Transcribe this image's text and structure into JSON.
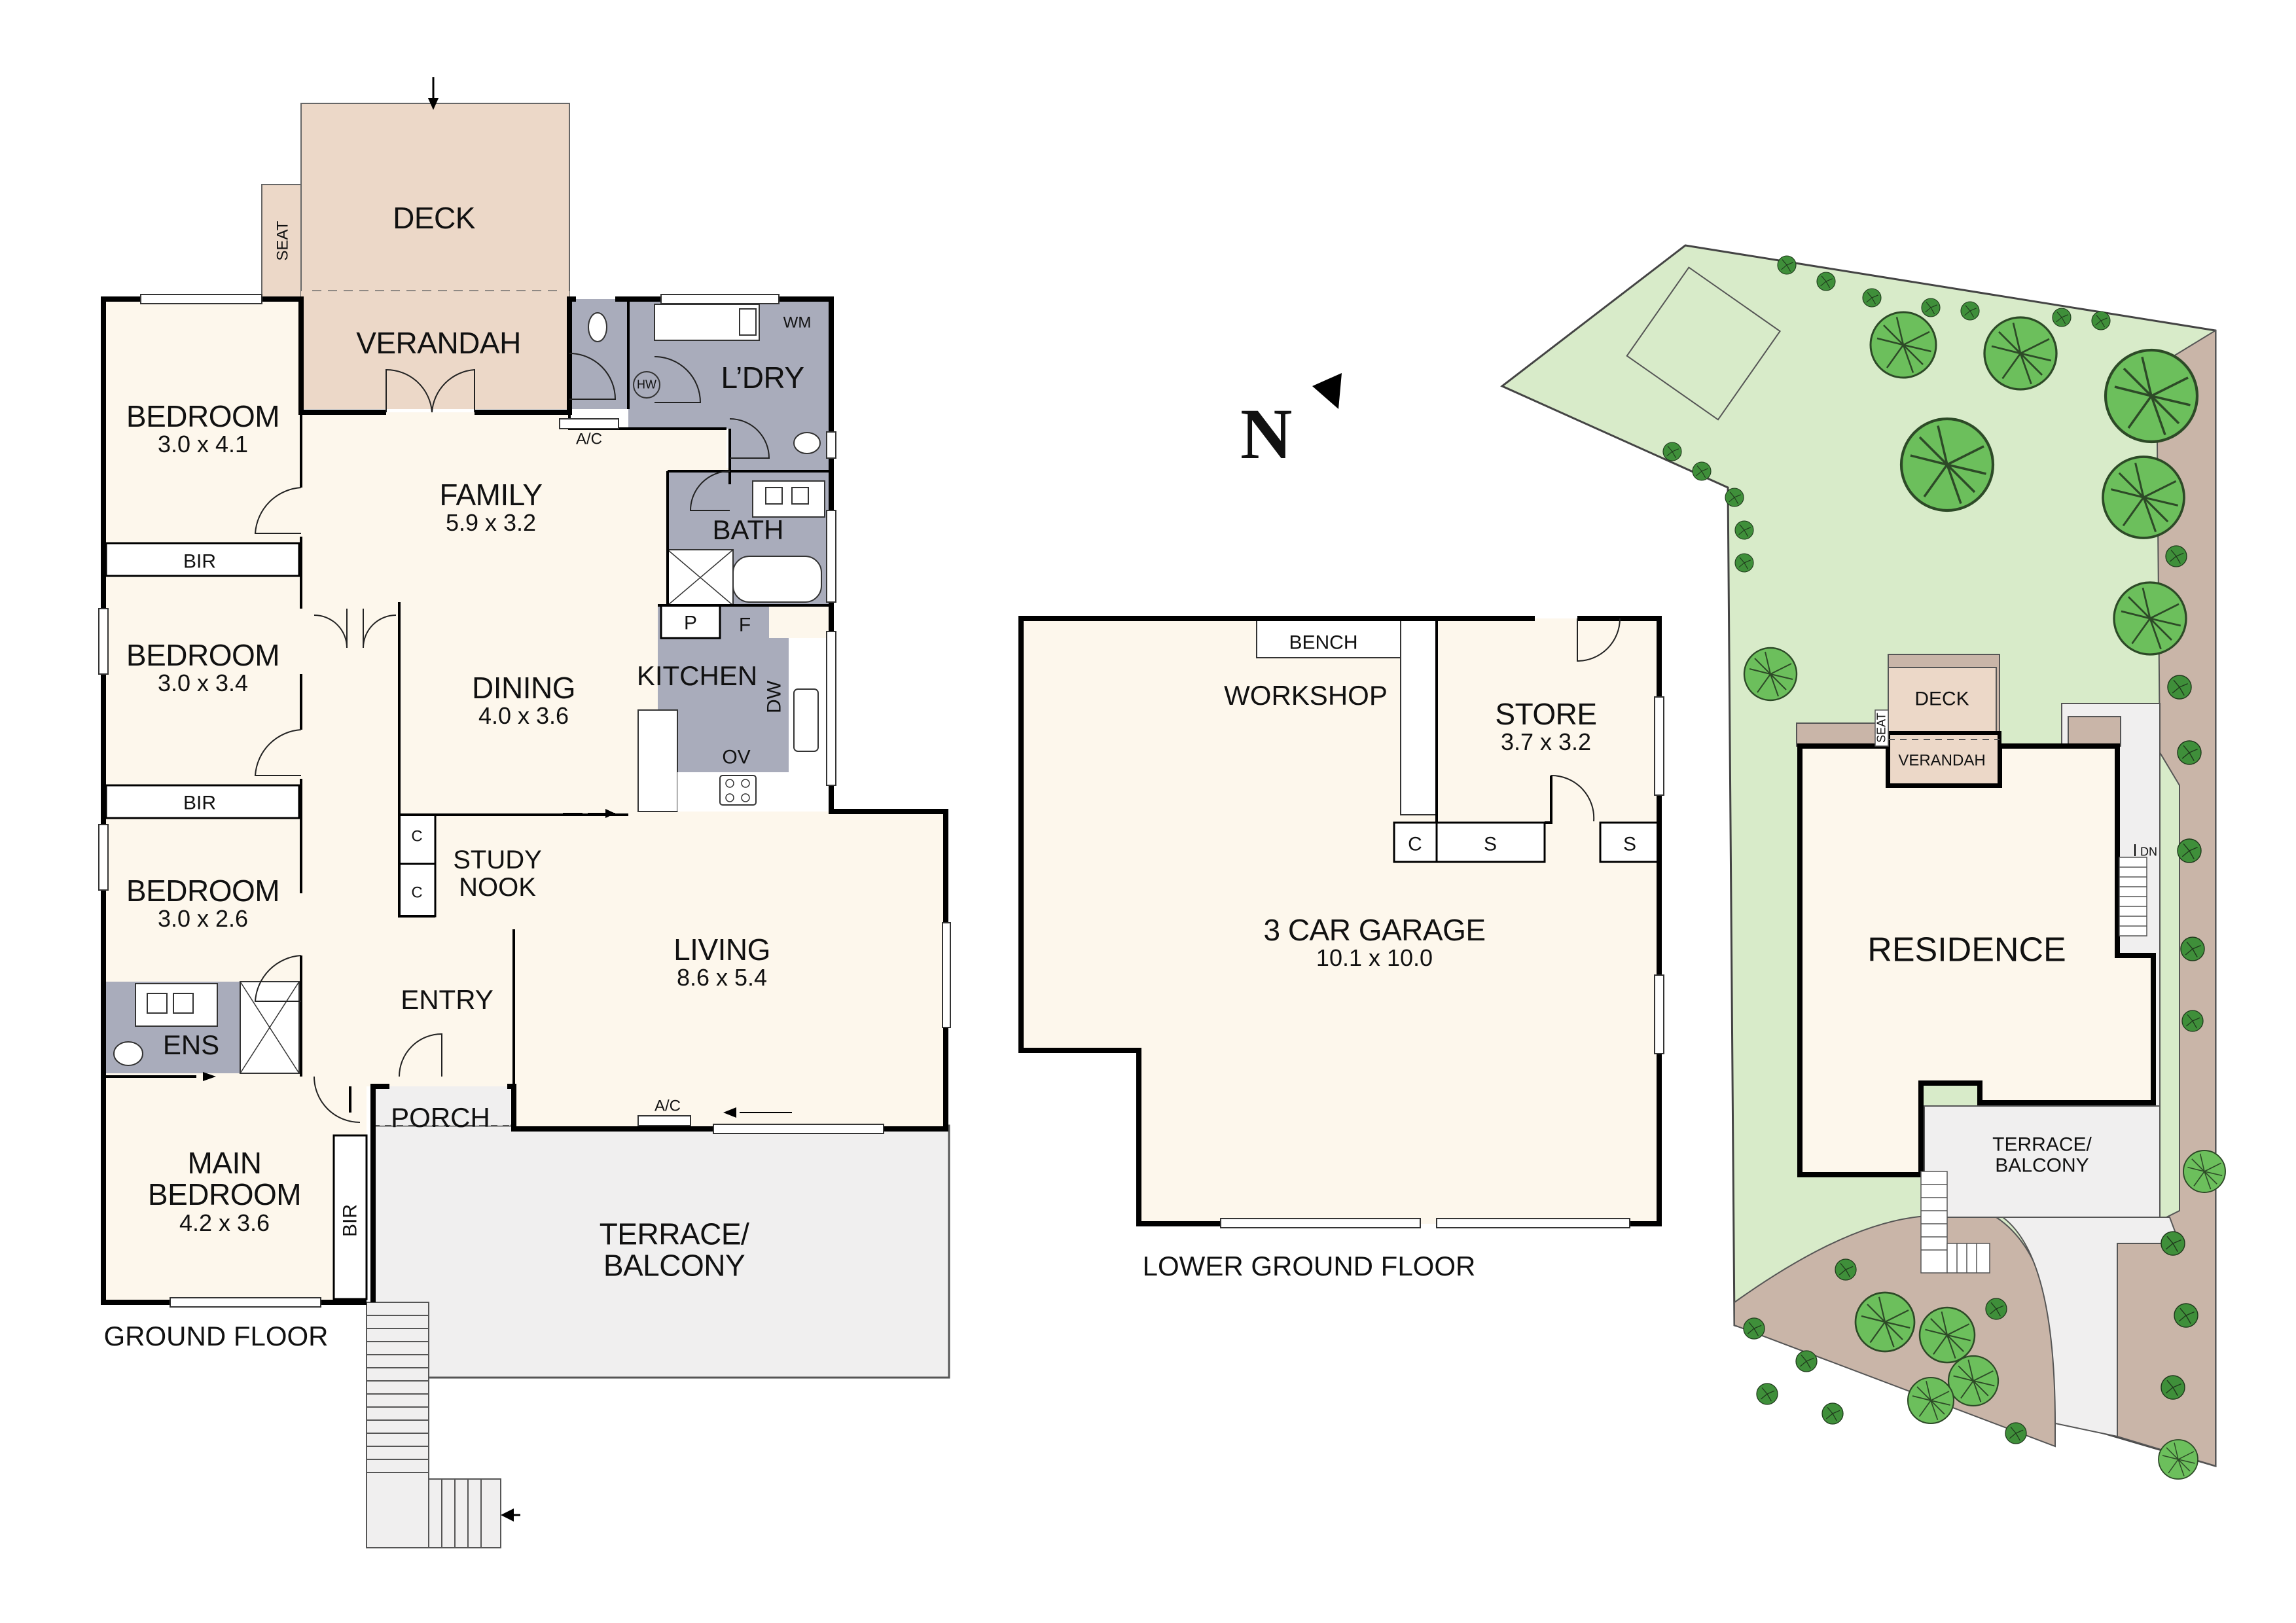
{
  "colors": {
    "room_fill": "#fdf7ec",
    "wet_fill": "#a9acbb",
    "deck_fill": "#ecd8c8",
    "terrace_fill": "#f0efef",
    "lawn_fill": "#d8ebc9",
    "garden_bed": "#c9b5a8",
    "tree_green": "#6cbf5c",
    "wall": "#000000"
  },
  "ground_floor": {
    "caption": "GROUND FLOOR",
    "deck": "DECK",
    "seat": "SEAT",
    "verandah": "VERANDAH",
    "ldry": "L’DRY",
    "wm": "WM",
    "hw": "HW",
    "ac_top": "A/C",
    "bath": "BATH",
    "pantry": "P",
    "fridge": "F",
    "kitchen": "KITCHEN",
    "dw": "DW",
    "ov": "OV",
    "bedroom1": {
      "name": "BEDROOM",
      "dim": "3.0 x 4.1"
    },
    "bir1": "BIR",
    "bedroom2": {
      "name": "BEDROOM",
      "dim": "3.0 x 3.4"
    },
    "bir2": "BIR",
    "bedroom3": {
      "name": "BEDROOM",
      "dim": "3.0 x 2.6"
    },
    "ens": "ENS",
    "main_bedroom": {
      "name1": "MAIN",
      "name2": "BEDROOM",
      "dim": "4.2 x 3.6"
    },
    "bir3": "BIR",
    "family": {
      "name": "FAMILY",
      "dim": "5.9 x 3.2"
    },
    "dining": {
      "name": "DINING",
      "dim": "4.0 x 3.6"
    },
    "study": {
      "name1": "STUDY",
      "name2": "NOOK"
    },
    "c1": "C",
    "c2": "C",
    "living": {
      "name": "LIVING",
      "dim": "8.6 x 5.4"
    },
    "entry": "ENTRY",
    "porch": "PORCH",
    "ac_bottom": "A/C",
    "terrace": {
      "line1": "TERRACE/",
      "line2": "BALCONY"
    }
  },
  "lower_ground_floor": {
    "caption": "LOWER GROUND FLOOR",
    "bench": "BENCH",
    "workshop": "WORKSHOP",
    "store": {
      "name": "STORE",
      "dim": "3.7 x 3.2"
    },
    "c": "C",
    "s1": "S",
    "s2": "S",
    "garage": {
      "name": "3 CAR GARAGE",
      "dim": "10.1 x 10.0"
    }
  },
  "north_arrow": {
    "label": "N"
  },
  "site_plan": {
    "deck": "DECK",
    "seat": "SEAT",
    "verandah": "VERANDAH",
    "residence": "RESIDENCE",
    "dn": "DN",
    "terrace": {
      "line1": "TERRACE/",
      "line2": "BALCONY"
    }
  }
}
